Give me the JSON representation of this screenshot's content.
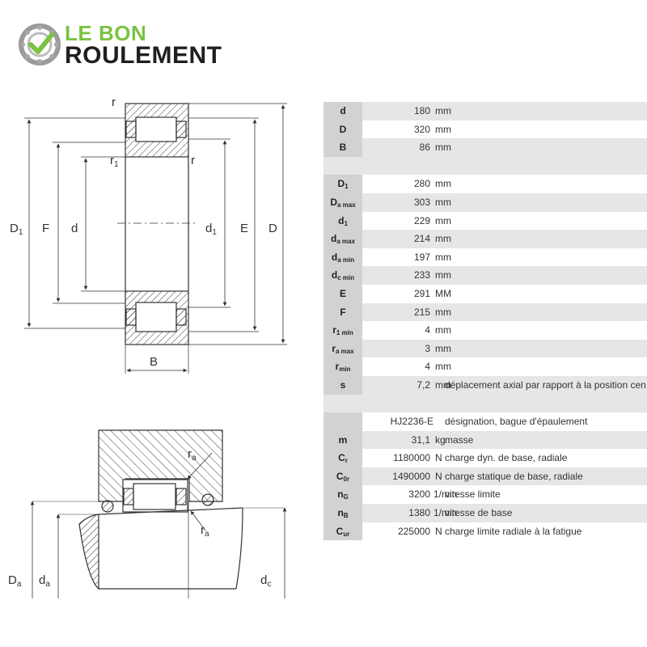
{
  "logo": {
    "line1": "LE BON",
    "line2": "ROULEMENT"
  },
  "drawing_labels": {
    "r_top": "r",
    "r1": "r",
    "r1_sub": "1",
    "r_mid": "r",
    "D1": "D",
    "D1_sub": "1",
    "F": "F",
    "d": "d",
    "d1": "d",
    "d1_sub": "1",
    "E": "E",
    "D": "D",
    "B": "B",
    "ra1": "r",
    "ra1_sub": "a",
    "ra2": "r",
    "ra2_sub": "a",
    "Da": "D",
    "Da_sub": "a",
    "da": "d",
    "da_sub": "a",
    "dc": "d",
    "dc_sub": "c"
  },
  "rows_top": [
    {
      "sym": "d",
      "sub": "",
      "value": "180",
      "unit": "mm"
    },
    {
      "sym": "D",
      "sub": "",
      "value": "320",
      "unit": "mm"
    },
    {
      "sym": "B",
      "sub": "",
      "value": "86",
      "unit": "mm"
    }
  ],
  "rows_mid": [
    {
      "sym": "D",
      "sub": "1",
      "value": "280",
      "unit": "mm",
      "desc": ""
    },
    {
      "sym": "D",
      "sub": "a max",
      "value": "303",
      "unit": "mm",
      "desc": ""
    },
    {
      "sym": "d",
      "sub": "1",
      "value": "229",
      "unit": "mm",
      "desc": ""
    },
    {
      "sym": "d",
      "sub": "a max",
      "value": "214",
      "unit": "mm",
      "desc": ""
    },
    {
      "sym": "d",
      "sub": "a min",
      "value": "197",
      "unit": "mm",
      "desc": ""
    },
    {
      "sym": "d",
      "sub": "c min",
      "value": "233",
      "unit": "mm",
      "desc": ""
    },
    {
      "sym": "E",
      "sub": "",
      "value": "291",
      "unit": "MM",
      "desc": ""
    },
    {
      "sym": "F",
      "sub": "",
      "value": "215",
      "unit": "mm",
      "desc": ""
    },
    {
      "sym": "r",
      "sub": "1 min",
      "value": "4",
      "unit": "mm",
      "desc": ""
    },
    {
      "sym": "r",
      "sub": "a max",
      "value": "3",
      "unit": "mm",
      "desc": ""
    },
    {
      "sym": "r",
      "sub": "min",
      "value": "4",
      "unit": "mm",
      "desc": ""
    },
    {
      "sym": "s",
      "sub": "",
      "value": "7,2",
      "unit": "mm",
      "desc": "déplacement axial par rapport à la position cen"
    }
  ],
  "rows_bottom": [
    {
      "sym": "",
      "sub": "",
      "value": "HJ2236-E",
      "unit": "",
      "desc": "désignation, bague d'épaulement"
    },
    {
      "sym": "m",
      "sub": "",
      "value": "31,1",
      "unit": "kg",
      "desc": "masse"
    },
    {
      "sym": "C",
      "sub": "r",
      "value": "1180000",
      "unit": "N",
      "desc": "charge dyn. de base, radiale"
    },
    {
      "sym": "C",
      "sub": "0r",
      "value": "1490000",
      "unit": "N",
      "desc": "charge statique de base, radiale"
    },
    {
      "sym": "n",
      "sub": "G",
      "value": "3200",
      "unit": "1/min",
      "desc": "vitesse limite"
    },
    {
      "sym": "n",
      "sub": "B",
      "value": "1380",
      "unit": "1/min",
      "desc": "vitesse de base"
    },
    {
      "sym": "C",
      "sub": "ur",
      "value": "225000",
      "unit": "N",
      "desc": "charge limite radiale à la fatigue"
    }
  ]
}
